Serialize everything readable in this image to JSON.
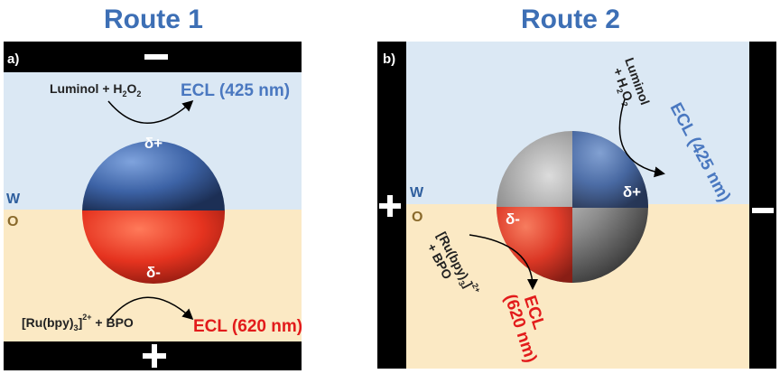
{
  "route1": {
    "title": "Route 1",
    "panel_label": "a)",
    "top_sign": "−",
    "bottom_sign": "+",
    "phase_w": "W",
    "phase_o": "O",
    "reactant_top": "Luminol + H",
    "reactant_top_sub": "2",
    "reactant_top_o": "O",
    "reactant_top_sub2": "2",
    "ecl_top": "ECL (425 nm)",
    "delta_plus": "δ+",
    "delta_minus": "δ-",
    "reactant_bottom": "[Ru(bpy)",
    "reactant_bottom_sub": "3",
    "reactant_bottom_sup": "2+",
    "reactant_bottom_rest": " + BPO",
    "ecl_bottom": "ECL (620 nm)"
  },
  "route2": {
    "title": "Route 2",
    "panel_label": "b)",
    "left_sign": "+",
    "right_sign": "−",
    "phase_w": "W",
    "phase_o": "O",
    "reactant_top_1": "Luminol",
    "reactant_top_2": "+ H",
    "reactant_top_sub": "2",
    "reactant_top_o": "O",
    "reactant_top_sub2": "2",
    "ecl_top": "ECL (425 nm)",
    "delta_plus": "δ+",
    "delta_minus": "δ-",
    "reactant_bottom_1": "[Ru(bpy)",
    "reactant_bottom_sub": "3",
    "reactant_bottom_sup": "2+",
    "reactant_bottom_2": "+ BPO",
    "ecl_bottom_1": "ECL",
    "ecl_bottom_2": "(620 nm)"
  },
  "colors": {
    "water": "#dbe8f4",
    "oil": "#fbe9c4",
    "electrode": "#000000",
    "blue_hemisphere": "#4a78c0",
    "red_hemisphere": "#e8402c",
    "title": "#3d6fb5",
    "ecl_blue": "#4a78c0",
    "ecl_red": "#e21b1b"
  }
}
